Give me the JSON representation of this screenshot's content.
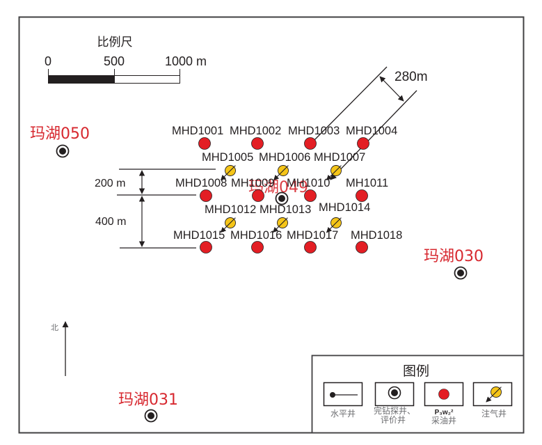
{
  "scale_bar": {
    "title": "比例尺",
    "ticks": [
      "0",
      "500",
      "1000 m"
    ],
    "max_m": 1000
  },
  "spacing_annotations": {
    "diagonal": "280m",
    "row_gap_small": "200 m",
    "row_gap_large": "400 m"
  },
  "north_arrow": {
    "label": "北"
  },
  "exploration_wells": [
    {
      "id": "w050",
      "name": "玛湖050"
    },
    {
      "id": "w049",
      "name": "玛湖049"
    },
    {
      "id": "w030",
      "name": "玛湖030"
    },
    {
      "id": "w031",
      "name": "玛湖031"
    }
  ],
  "production_wells": [
    {
      "name": "MHD1001"
    },
    {
      "name": "MHD1002"
    },
    {
      "name": "MHD1003"
    },
    {
      "name": "MHD1004"
    },
    {
      "name": "MHD1008"
    },
    {
      "name": "MH1009"
    },
    {
      "name": "MH1010"
    },
    {
      "name": "MH1011"
    },
    {
      "name": "MHD1015"
    },
    {
      "name": "MHD1016"
    },
    {
      "name": "MHD1017"
    },
    {
      "name": "MHD1018"
    }
  ],
  "injection_wells": [
    {
      "name": "MHD1005"
    },
    {
      "name": "MHD1006"
    },
    {
      "name": "MHD1007"
    },
    {
      "name": "MHD1012"
    },
    {
      "name": "MHD1013"
    },
    {
      "name": "MHD1014"
    }
  ],
  "legend": {
    "title": "图例",
    "items": [
      {
        "key": "horizontal-well",
        "label_lines": [
          "水平井"
        ]
      },
      {
        "key": "exploration-well",
        "label_lines": [
          "完钻探井、",
          "评价井"
        ]
      },
      {
        "key": "production-well",
        "formation": "P₃w₂²",
        "label_lines": [
          "采油井"
        ]
      },
      {
        "key": "injection-well",
        "label_lines": [
          "注气井"
        ]
      }
    ]
  },
  "colors": {
    "production_red": "#e31e24",
    "injection_yellow": "#f5c518",
    "label_red": "#d7282f",
    "line_dark": "#231f20"
  }
}
